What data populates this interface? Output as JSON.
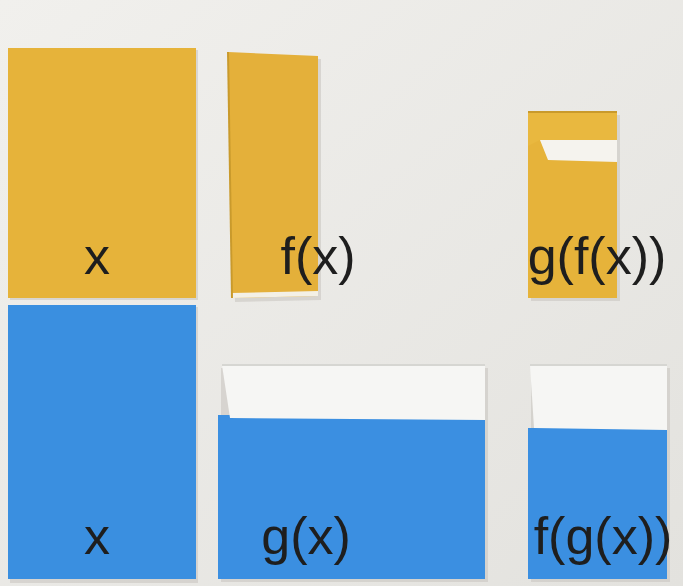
{
  "diagram": {
    "labels": [
      "x",
      "f(x)",
      "g(f(x))",
      "x",
      "g(x)",
      "f(g(x))"
    ]
  }
}
